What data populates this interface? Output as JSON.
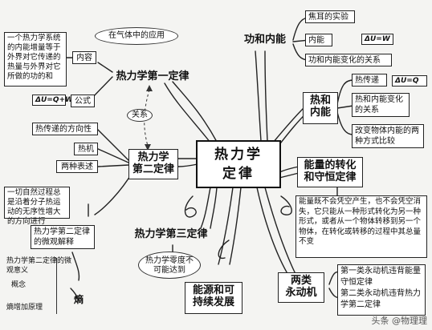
{
  "center": {
    "line1": "热力学",
    "line2": "定律"
  },
  "first_law": {
    "title": "热力学第一定律",
    "bubble": "在气体中的应用",
    "content_label": "内容",
    "content_text": "一个热力学系统的内能增量等于外界对它传递的热量与外界对它所做的功的和",
    "formula_label": "公式",
    "formula": "ΔU=Q+W"
  },
  "relation_label": "关系",
  "second_law": {
    "title_line1": "热力学",
    "title_line2": "第二定律",
    "items": [
      "热传递的方向性",
      "热机",
      "两种表述"
    ],
    "process_text": "一切自然过程总是沿着分子热运动的无序性增大的方向进行",
    "micro_label": "热力学第二定律的微观解释",
    "entropy_items": [
      "热力学第二定律的微观意义",
      "概念",
      "熵增加原理"
    ],
    "entropy_label": "熵"
  },
  "third_law": {
    "title": "热力学第三定律",
    "oval": "热力学零度不可能达到"
  },
  "energy_dev": {
    "line1": "能源和可",
    "line2": "持续发展"
  },
  "work_energy": {
    "title": "功和内能",
    "items": [
      "焦耳的实验",
      "内能",
      "功和内能变化的关系"
    ],
    "formula": "ΔU=W"
  },
  "heat_energy": {
    "title_line1": "热和",
    "title_line2": "内能",
    "items": [
      "热传递",
      "热和内能变化的关系",
      "改变物体内能的两种方式比较"
    ],
    "formula": "ΔU=Q"
  },
  "conservation": {
    "title_line1": "能量的转化",
    "title_line2": "和守恒定律",
    "text": "能量既不会凭空产生，也不会凭空消失，它只能从一种形式转化为另一种形式，或者从一个物体转移到另一个物体，在转化或转移的过程中其总量不变"
  },
  "perpetual": {
    "title_line1": "两类",
    "title_line2": "永动机",
    "items": [
      "第一类永动机违背能量守恒定律",
      "第二类永动机违背热力学第二定律"
    ]
  },
  "watermark": "头条 @物理理"
}
